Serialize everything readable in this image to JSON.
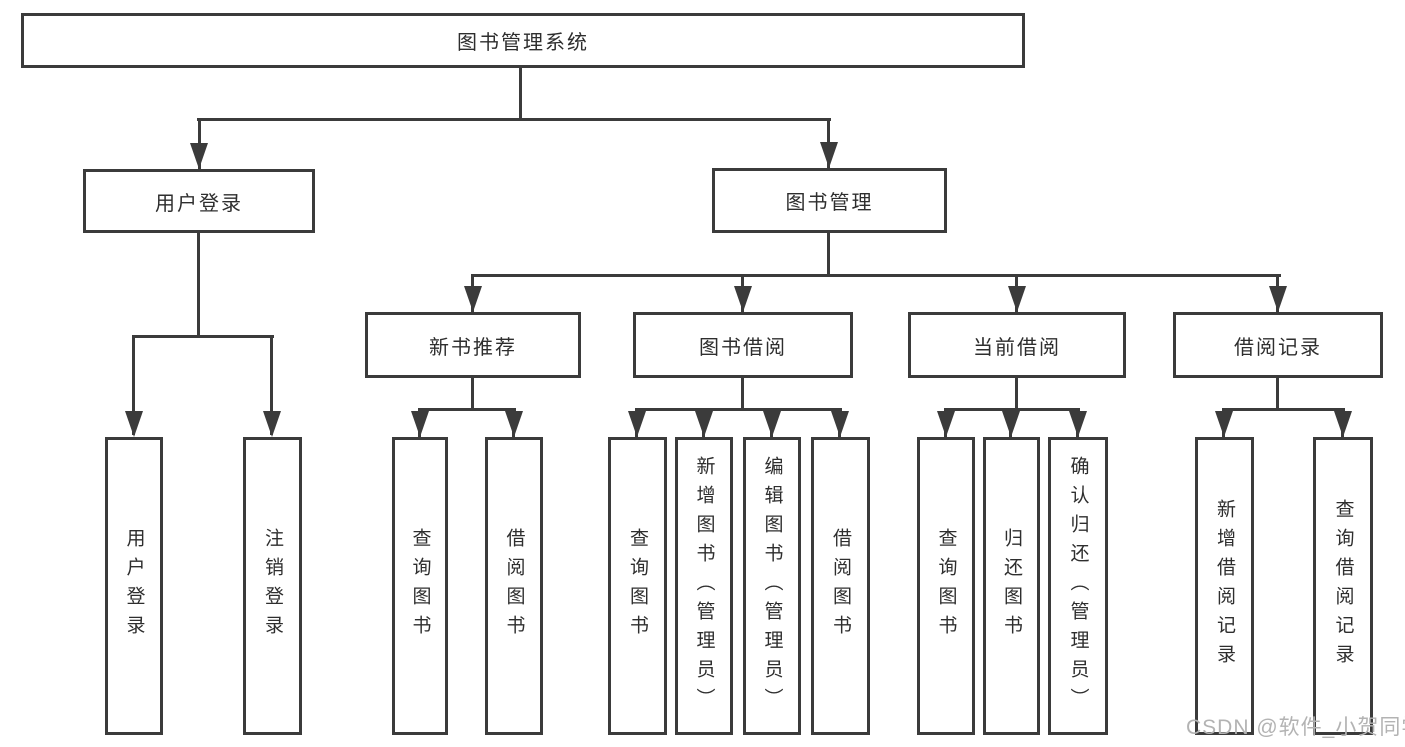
{
  "diagram": {
    "title": "图书管理系统",
    "branches": [
      {
        "label": "用户登录",
        "children": [
          "用户登录",
          "注销登录"
        ]
      },
      {
        "label": "图书管理",
        "children": [
          {
            "label": "新书推荐",
            "children": [
              "查询图书",
              "借阅图书"
            ]
          },
          {
            "label": "图书借阅",
            "children": [
              "查询图书",
              "新增图书（管理员）",
              "编辑图书（管理员）",
              "借阅图书"
            ]
          },
          {
            "label": "当前借阅",
            "children": [
              "查询图书",
              "归还图书",
              "确认归还（管理员）"
            ]
          },
          {
            "label": "借阅记录",
            "children": [
              "新增借阅记录",
              "查询借阅记录"
            ]
          }
        ]
      }
    ],
    "colors": {
      "line": "#3b3b3b",
      "text": "#2e2e2e",
      "watermark": "#b3b3b3",
      "background": "#ffffff"
    },
    "watermark": "CSDN @软件_小贺同学"
  }
}
